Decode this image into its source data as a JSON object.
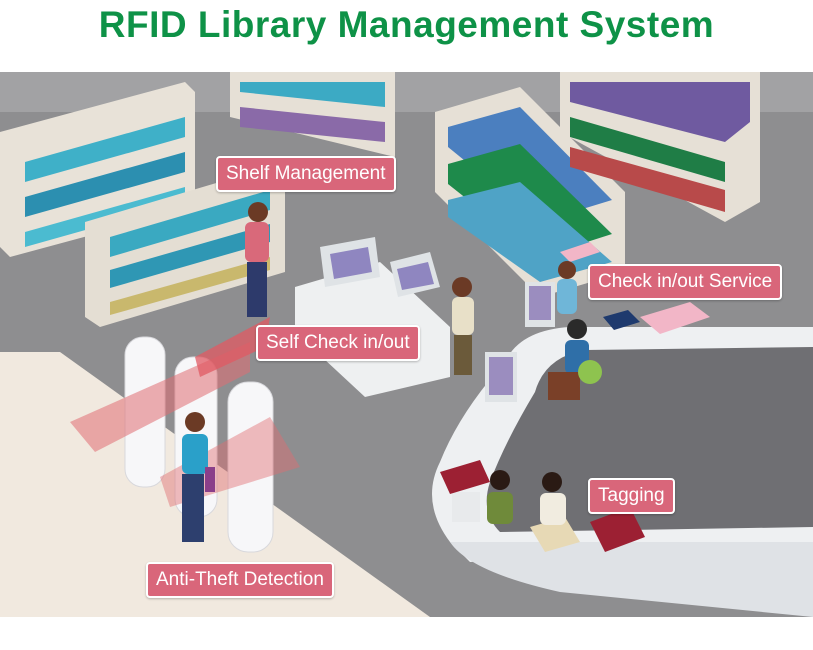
{
  "title": "RFID Library Management System",
  "colors": {
    "title": "#0e9247",
    "label_bg": "#d9667a",
    "floor": "#8c8c8e",
    "entrance": "#f2ebe2",
    "counter": "#eef0f2"
  },
  "labels": {
    "shelf_management": "Shelf Management",
    "check_service": "Check in/out Service",
    "self_check": "Self Check in/out",
    "tagging": "Tagging",
    "anti_theft": "Anti-Theft Detection"
  }
}
